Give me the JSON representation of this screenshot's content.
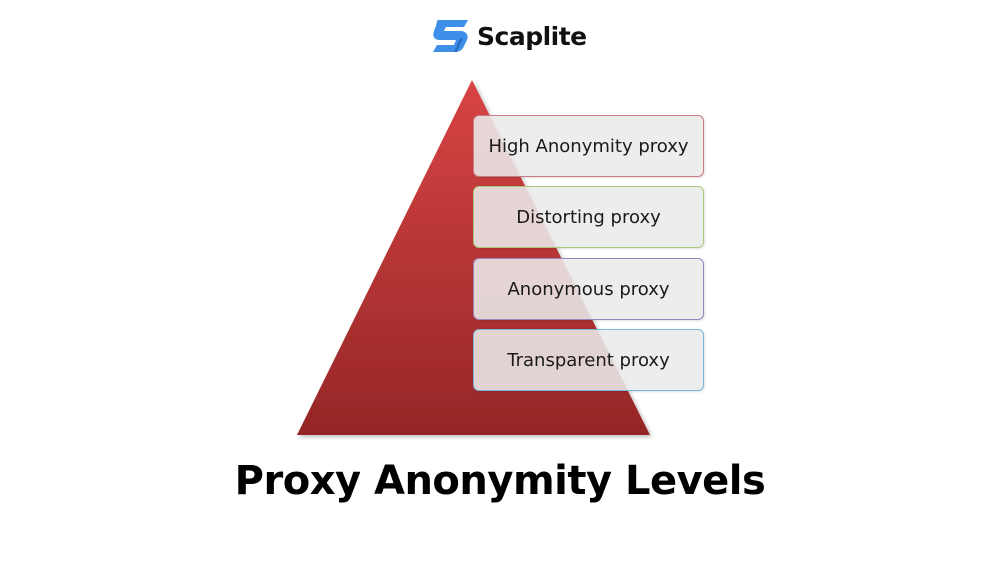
{
  "logo": {
    "text": "Scaplite",
    "icon": "scaplite-s-logo-icon",
    "color": "#3d8fe8"
  },
  "diagram": {
    "type": "pyramid",
    "levels": [
      {
        "label": "High Anonymity proxy",
        "border_color": "#c97a82"
      },
      {
        "label": "Distorting proxy",
        "border_color": "#a9c77a"
      },
      {
        "label": "Anonymous proxy",
        "border_color": "#9787bf"
      },
      {
        "label": "Transparent proxy",
        "border_color": "#7cb6d8"
      }
    ],
    "pyramid_color_top": "#d23f3f",
    "pyramid_color_bottom": "#982626"
  },
  "title": "Proxy Anonymity Levels"
}
